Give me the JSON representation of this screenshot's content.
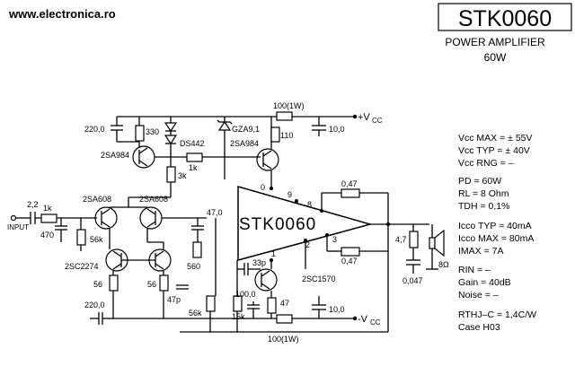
{
  "header": {
    "website": "www.electronica.ro",
    "part_number": "STK0060",
    "subtitle_line1": "POWER AMPLIFIER",
    "subtitle_line2": "60W"
  },
  "ic_label": "STK0060",
  "labels": {
    "input": "INPUT",
    "vcc_pos": "+V",
    "vcc_pos_sub": "CC",
    "vcc_neg": "-V",
    "vcc_neg_sub": "CC",
    "c_in": "2,2",
    "r_in": "1k",
    "r_470": "470",
    "r_56k": "56k",
    "c_220_top": "220,0",
    "r_330": "330",
    "q_2sa984_left": "2SA984",
    "d_ds442": "DS442",
    "r_1k_mid": "1k",
    "r_3k": "3k",
    "z_gza": "GZA9,1",
    "q_2sa984_right": "2SA984",
    "r_110": "110",
    "r_100_1w_top": "100(1W)",
    "c_10_top": "10,0",
    "q_2sa608_left": "2SA608",
    "q_2sa608_right": "2SA608",
    "c_47": "47,0",
    "r_560": "560",
    "q_2sc2274": "2SC2274",
    "r_56_left": "56",
    "r_56_right": "56",
    "c_47p": "47p",
    "c_220_bot": "220,0",
    "r_56k_bot": "56k",
    "r_15k": "15k",
    "c_33p": "33p",
    "c_100": "100,0",
    "r_47": "47",
    "q_2sc1570": "2SC1570",
    "c_10_bot": "10,0",
    "r_100_1w_bot": "100(1W)",
    "r_047_top": "0,47",
    "r_047_bot": "0,47",
    "r_4_7": "4,7",
    "c_0047": "0,047",
    "spk": "8Ω",
    "pin_0": "0",
    "pin_9": "9",
    "pin_8": "8",
    "pin_1": "1",
    "pin_2": "2",
    "pin_3": "3"
  },
  "specs": [
    "Vcc MAX = ± 55V",
    "Vcc TYP = ± 40V",
    "Vcc RNG =  –",
    "PD  = 60W",
    "RL  = 8 Ohm",
    "TDH = 0,1%",
    "Icco TYP = 40mA",
    "Icco MAX = 80mA",
    "IMAX  =   7A",
    "RIN  =  –",
    "Gain  = 40dB",
    "Noise = –",
    "RTHJ–C = 1,4C/W",
    "Case H03"
  ]
}
